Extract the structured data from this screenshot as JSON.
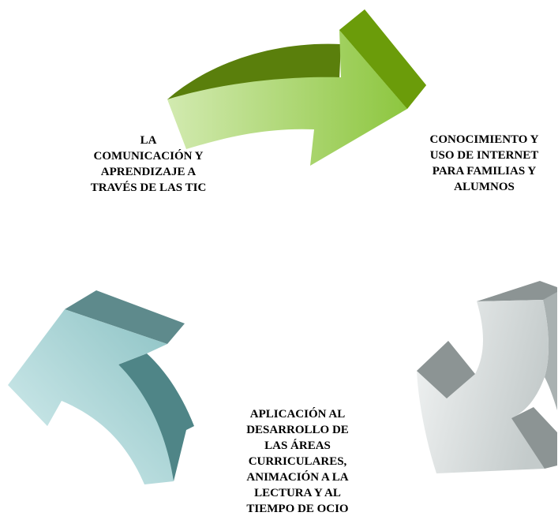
{
  "labels": {
    "top_left": [
      "LA",
      "COMUNICACIÓN Y",
      "APRENDIZAJE A",
      "TRAVÉS DE LAS TIC"
    ],
    "right": [
      "CONOCIMIENTO Y",
      "USO DE INTERNET",
      "PARA FAMILIAS Y",
      "ALUMNOS"
    ],
    "bottom": [
      "APLICACIÓN AL",
      "DESARROLLO DE",
      "LAS ÁREAS",
      "CURRICULARES,",
      "ANIMACIÓN A LA",
      "LECTURA Y AL",
      "TIEMPO DE OCIO"
    ]
  },
  "colors": {
    "green_face_light": "#d2eab0",
    "green_face_dark": "#8dc63f",
    "green_side": "#5a7f0c",
    "green_head_side": "#6b9c0a",
    "green_top": "#7aa614",
    "gray_face_light": "#f2f4f4",
    "gray_face_dark": "#c4cbcb",
    "gray_side": "#a9b1b1",
    "gray_top": "#8c9494",
    "teal_face_light": "#d8eff0",
    "teal_face_dark": "#8cc2c4",
    "teal_side": "#4f8587",
    "teal_top": "#5e8a8c"
  }
}
